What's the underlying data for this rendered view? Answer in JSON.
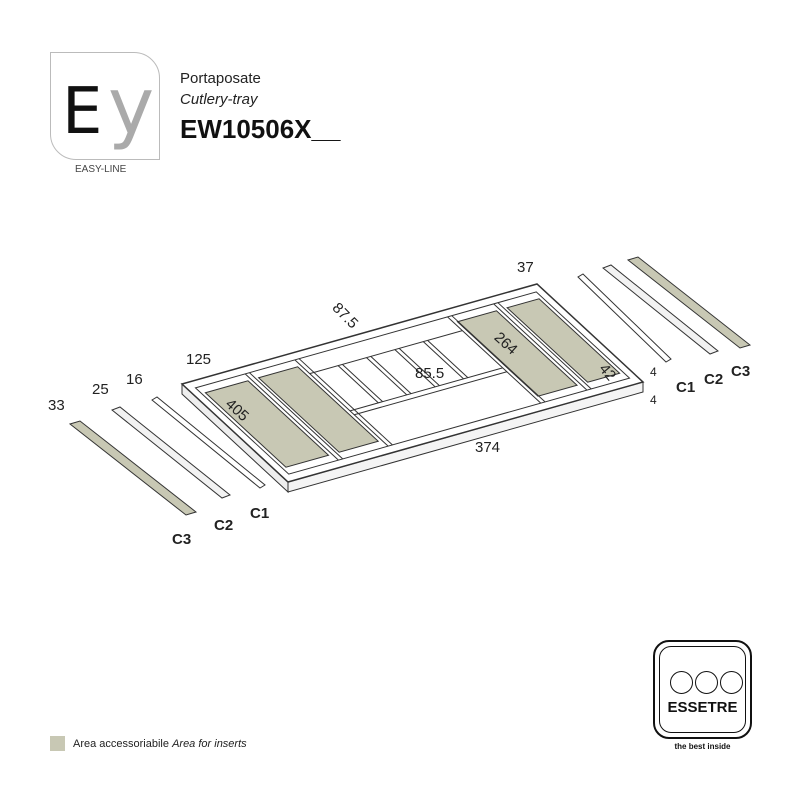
{
  "brand": {
    "logo_letters": "EY",
    "line_name": "EASY-LINE"
  },
  "header": {
    "title_it": "Portaposate",
    "title_en": "Cutlery-tray",
    "code": "EW10506X__"
  },
  "dimensions": {
    "d33": "33",
    "d25": "25",
    "d16": "16",
    "d125": "125",
    "d405": "405",
    "d87_5": "87.5",
    "d85_5": "85.5",
    "d264": "264",
    "d37": "37",
    "d42": "42",
    "d374": "374",
    "d4a": "4",
    "d4b": "4"
  },
  "parts": {
    "left": {
      "c1": "C1",
      "c2": "C2",
      "c3": "C3"
    },
    "right": {
      "c1": "C1",
      "c2": "C2",
      "c3": "C3"
    }
  },
  "legend": {
    "label_it": "Area accessoriabile",
    "label_en": "Area for inserts",
    "color": "#c8c8b4"
  },
  "manufacturer": {
    "name": "ESSETRE",
    "tagline": "the best inside"
  }
}
